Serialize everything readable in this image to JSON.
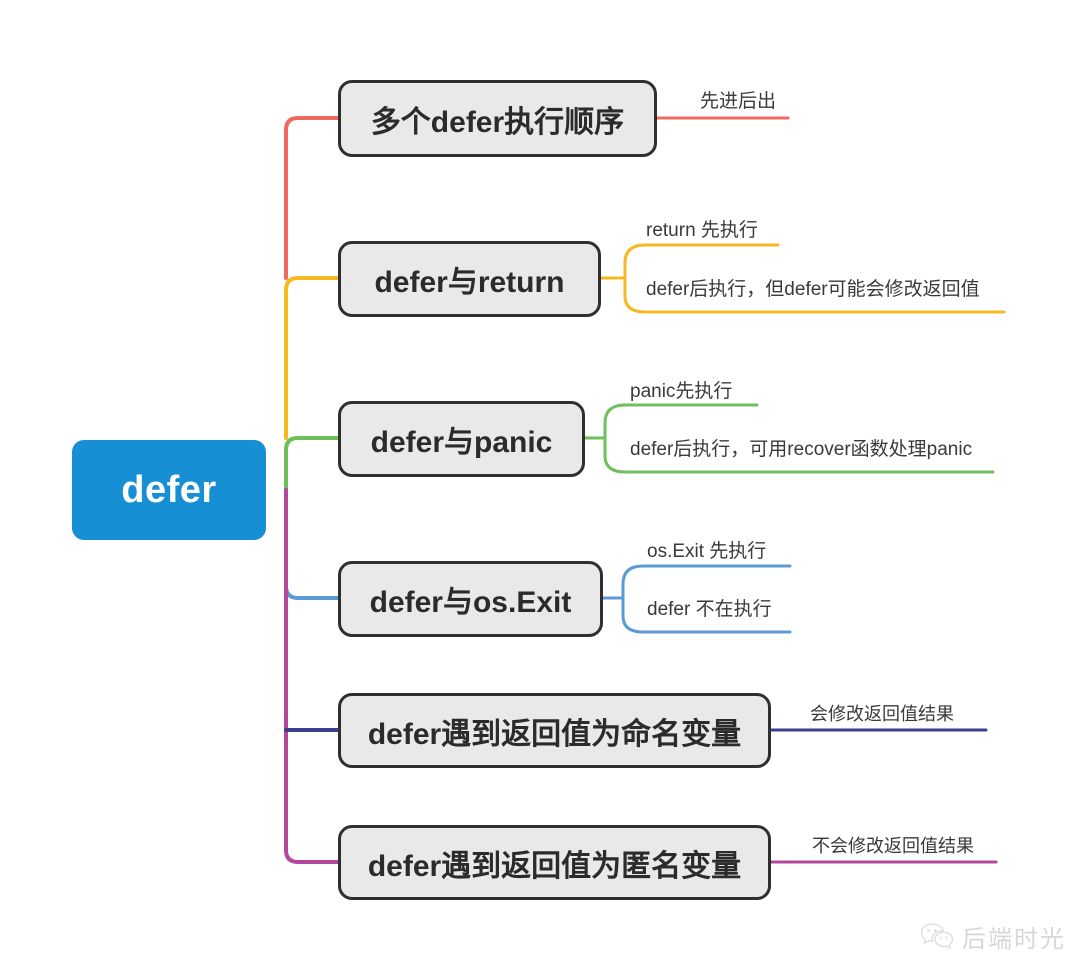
{
  "diagram": {
    "type": "mindmap",
    "title": "defer",
    "root": {
      "label": "defer",
      "color": "#178fd5"
    },
    "branches": [
      {
        "label": "多个defer执行顺序",
        "color": "#f0695f",
        "children": [
          {
            "label": "先进后出"
          }
        ]
      },
      {
        "label": "defer与return",
        "color": "#f5b921",
        "children": [
          {
            "label": "return 先执行"
          },
          {
            "label": "defer后执行，但defer可能会修改返回值"
          }
        ]
      },
      {
        "label": "defer与panic",
        "color": "#6fbf5a",
        "children": [
          {
            "label": "panic先执行"
          },
          {
            "label": "defer后执行，可用recover函数处理panic"
          }
        ]
      },
      {
        "label": "defer与os.Exit",
        "color": "#5b9bd5",
        "children": [
          {
            "label": "os.Exit 先执行"
          },
          {
            "label": "defer 不在执行"
          }
        ]
      },
      {
        "label": "defer遇到返回值为命名变量",
        "color": "#3b3f8f",
        "children": [
          {
            "label": "会修改返回值结果"
          }
        ]
      },
      {
        "label": "defer遇到返回值为匿名变量",
        "color": "#b3479b",
        "children": [
          {
            "label": "不会修改返回值结果"
          }
        ]
      }
    ],
    "watermark": {
      "text": "后端时光",
      "icon": "wechat-icon"
    }
  }
}
